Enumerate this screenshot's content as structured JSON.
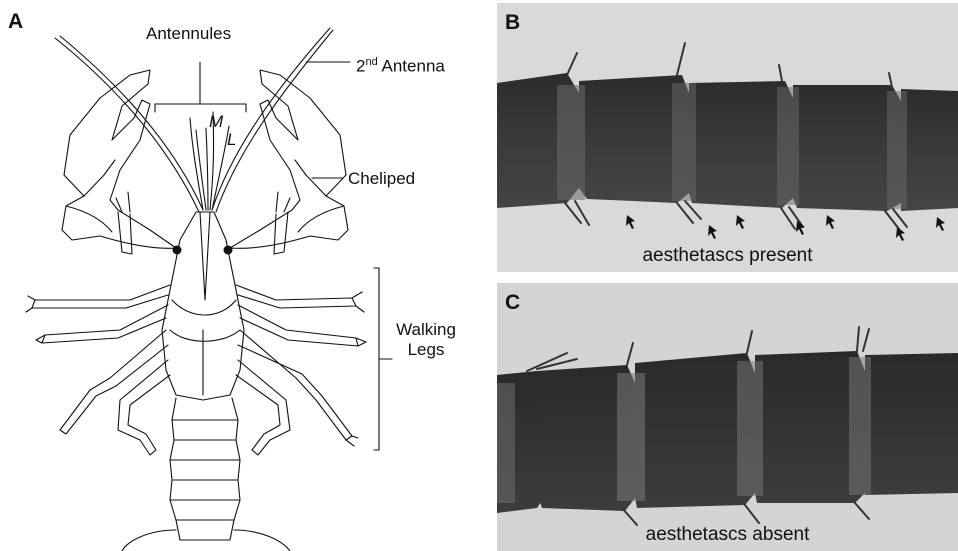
{
  "panel_a": {
    "letter": "A",
    "labels": {
      "antennules": "Antennules",
      "second_antenna_num": "2",
      "second_antenna_sup": "nd",
      "second_antenna_word": "Antenna",
      "cheliped": "Cheliped",
      "walking_legs_line1": "Walking",
      "walking_legs_line2": "Legs",
      "medial": "M",
      "lateral": "L"
    }
  },
  "panel_b": {
    "letter": "B",
    "caption": "aesthetascs present"
  },
  "panel_c": {
    "letter": "C",
    "caption": "aesthetascs absent"
  }
}
